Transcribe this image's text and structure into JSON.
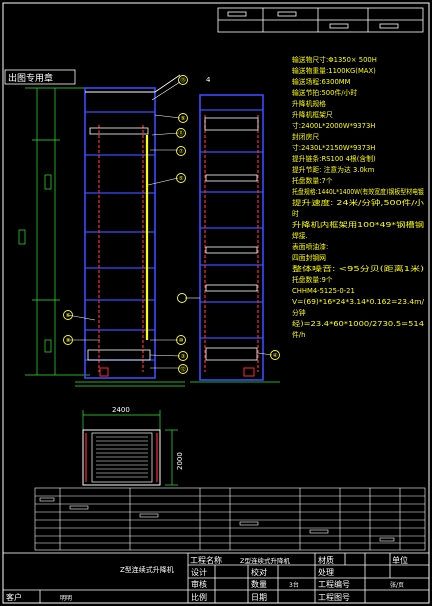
{
  "drawing": {
    "stamp_label": "出图专用章",
    "marker_top": "4"
  },
  "specs": [
    "输送物尺寸:Φ1350× 500H",
    "输送物重量:1100KG(MAX)",
    "输送场程:6300MM",
    "输送节拍:500件/小时",
    "升降机规格",
    "升降机框架尺",
    "寸:2400L*2000W*9373H",
    "封闭房尺",
    "寸:2430L*2150W*9373H",
    "提升链条:RS100  4根(含制)",
    "提升节距:  注意为达 3.0km",
    "托盘数量:7个",
    "托盘规格:1440L*1400W(有效宽度)钢板型材电镀",
    "提升速度: 24米/分钟,500件/小",
    "时",
    "升降机内框架用100*49*钢槽钢",
    "焊接.",
    "表面喷油漆:",
    "四面封钢网",
    "整体噪音: <95分贝(距离1米)",
    "托盘数量:9个",
    "CHHM4-5125-0-21",
    "V=(69)*16*24*3.14*0.162=23.4m/",
    "分钟",
    "经)=23.4*60*1000/2730.5=514",
    "件/h"
  ],
  "callouts": [
    "⑬",
    "⑨",
    "⑪",
    "⑦",
    "⑤",
    "⑥",
    "⑧",
    "⑩",
    "③",
    "⑫",
    "④"
  ],
  "dimensions": {
    "plan_width": "2400",
    "plan_depth": "2000"
  },
  "title_block": {
    "product_name": "Z型连续式升降机",
    "project_name_label": "工程名称",
    "project_name_value": "Z型连续式升降机",
    "material_label": "材质",
    "unit_label": "单位",
    "design_label": "设计",
    "check_label": "校对",
    "treatment_label": "处理",
    "review_label": "审核",
    "quantity_label": "数量",
    "quantity_value": "3台",
    "project_no_label": "工程编号",
    "sheet_label": "张/页",
    "scale_label": "比例",
    "date_label": "日期",
    "drawing_no_label": "工程图号",
    "customer_label": "客户",
    "customer_value": "明明"
  },
  "colors": {
    "frame_blue": "#3a4cff",
    "chain_red": "#ff2a2a",
    "accent_yellow": "#ffff00",
    "line_white": "#ffffff",
    "dim_green": "#2eea2e",
    "callout_yellow": "#ffff33"
  }
}
